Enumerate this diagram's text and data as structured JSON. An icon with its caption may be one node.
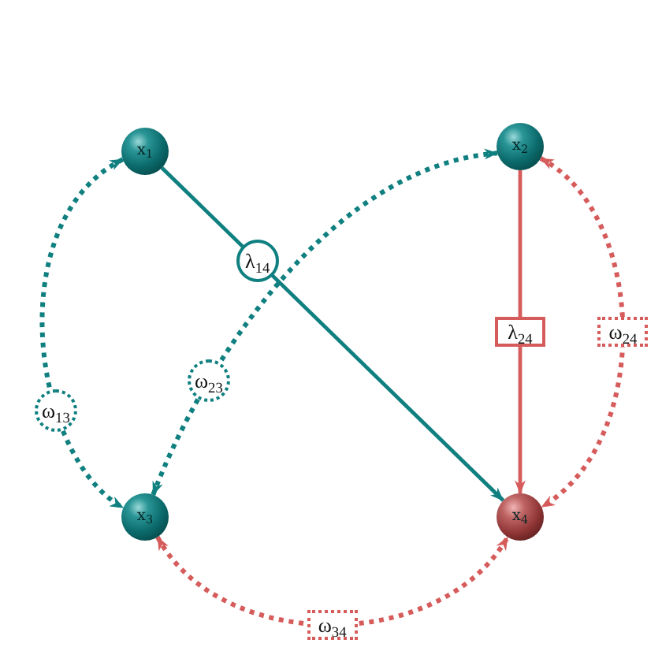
{
  "diagram": {
    "nodes": [
      {
        "text": [
          "x$_{1}$"
        ]
      },
      {
        "text": [
          "x$_{2}$"
        ]
      },
      {
        "text": [
          "x$_{3}$"
        ]
      },
      {
        "text": [
          "x$_{4}$"
        ]
      }
    ],
    "edges": [
      {
        "from": 0,
        "to": 3,
        "arrow": "to",
        "label": "λ$_{14}$",
        "color": "#0f7f7f"
      },
      {
        "from": 1,
        "to": 3,
        "arrow": "to",
        "label": "λ$_{24}$",
        "color": "#d65c5c"
      },
      {
        "from": 0,
        "to": 2,
        "arrow": "both",
        "label": "ω$_{13}$",
        "style": "dashed",
        "color": "#0f7f7f"
      },
      {
        "from": 2,
        "to": 1,
        "arrow": "both",
        "label": "ω$_{23}$",
        "style": "dashed",
        "color": "#0f7f7f"
      },
      {
        "from": 1,
        "to": 3,
        "arrow": "both",
        "label": "ω$_{24}$",
        "style": "dashed",
        "color": "#d65c5c"
      },
      {
        "from": 2,
        "to": 3,
        "arrow": "both",
        "label": "ω$_{34}$",
        "style": "dashed",
        "color": "#d65c5c"
      }
    ]
  }
}
